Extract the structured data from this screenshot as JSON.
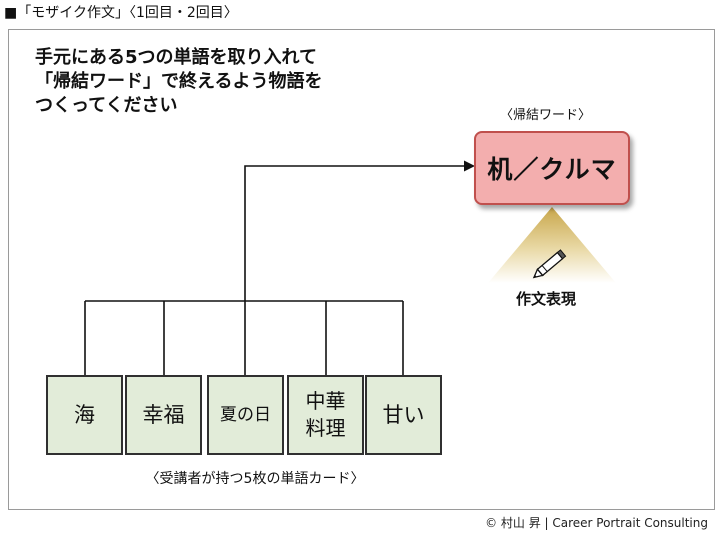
{
  "header": {
    "title": "■「モザイク作文」〈1回目・2回目〉"
  },
  "instruction": {
    "lines": [
      "手元にある5つの単語を取り入れて",
      "「帰結ワード」で終えるよう物語を",
      "つくってください"
    ]
  },
  "target": {
    "caption": "〈帰結ワード〉",
    "word": "机／クルマ",
    "fill": "#f3aeae",
    "border": "#c0504d"
  },
  "expression": {
    "label": "作文表現",
    "icon": "pencil-icon"
  },
  "cards": {
    "caption": "〈受講者が持つ5枚の単語カード〉",
    "fill": "#e2ecd9",
    "items": [
      {
        "lines": [
          "海"
        ]
      },
      {
        "lines": [
          "幸福"
        ]
      },
      {
        "lines": [
          "夏の日"
        ]
      },
      {
        "lines": [
          "中華",
          "料理"
        ]
      },
      {
        "lines": [
          "甘い"
        ]
      }
    ]
  },
  "footer": {
    "copyright": "© 村山 昇 | Career Portrait Consulting"
  }
}
